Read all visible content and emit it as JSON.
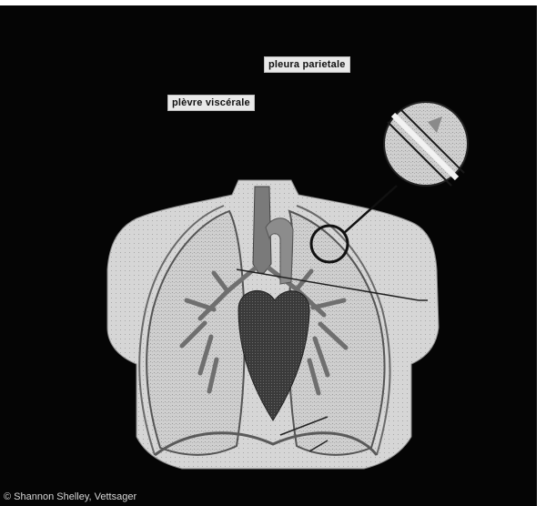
{
  "labels": {
    "parietal_pleura": "pleura parietale",
    "visceral_pleura": "plèvre viscérale",
    "cavity": "",
    "heart": "",
    "diaphragm": ""
  },
  "credit": "© Shannon Shelley, Vettsager",
  "colors": {
    "background": "#050505",
    "torso": "#d9d9d9",
    "lung": "#c9c9c9",
    "heart": "#3c3c3c",
    "line": "#1a1a1a"
  }
}
